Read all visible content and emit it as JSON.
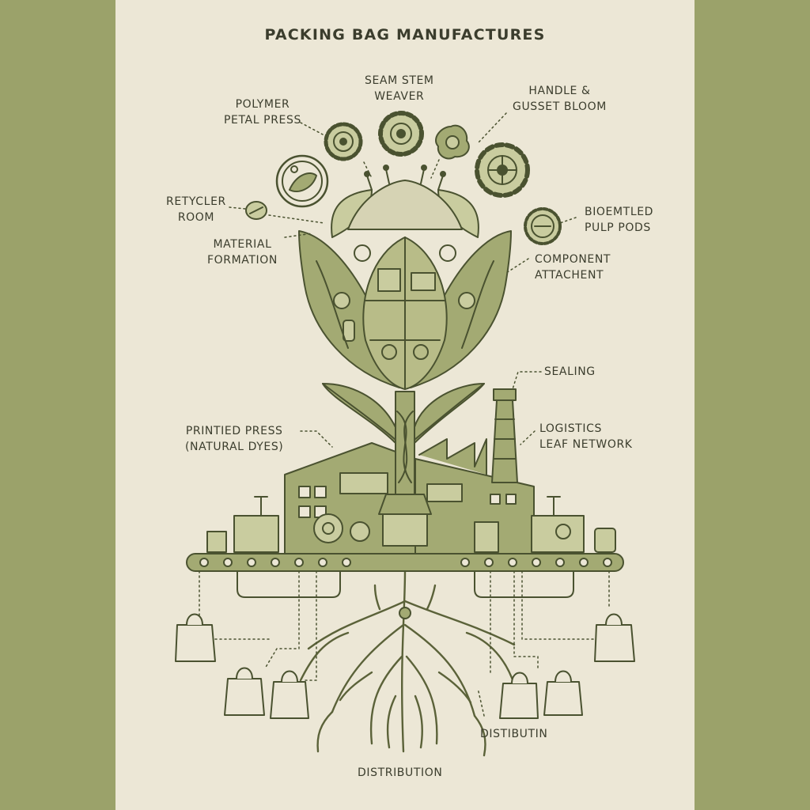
{
  "title": "PACKING BAG MANUFACTURES",
  "colors": {
    "outer_background": "#9ba26a",
    "paper": "#ece7d6",
    "ink": "#4a5230",
    "fill_olive": "#a3aa73",
    "fill_light": "#c9cc9f",
    "text": "#3b3d2d"
  },
  "labels": {
    "polymer_petal_press": [
      "POLYMER",
      "PETAL PRESS"
    ],
    "seam_stem_weaver": [
      "SEAM STEM",
      "WEAVER"
    ],
    "handle_gusset_bloom": [
      "HANDLE &",
      "GUSSET BLOOM"
    ],
    "retycler_room": [
      "RETYCLER",
      "ROOM"
    ],
    "material_formation": [
      "MATERIAL",
      "FORMATION"
    ],
    "bioemtled_pulp_pods": [
      "BIOEMTLED",
      "PULP PODS"
    ],
    "component_attachent": [
      "COMPONENT",
      "ATTACHENT"
    ],
    "sealing": "SEALING",
    "printied_press": [
      "PRINTIED PRESS",
      "(NATURAL DYES)"
    ],
    "logistics_leaf_network": [
      "LOGISTICS",
      "LEAF NETWORK"
    ],
    "distibutin": "DISTIBUTIN",
    "distribution": "DISTRIBUTION"
  },
  "icons": [
    "gear-icon",
    "seal-icon",
    "shopping-bag-icon",
    "factory-icon",
    "conveyor-icon",
    "chimney-icon",
    "recycle-icon",
    "flower-icon",
    "root-icon"
  ]
}
